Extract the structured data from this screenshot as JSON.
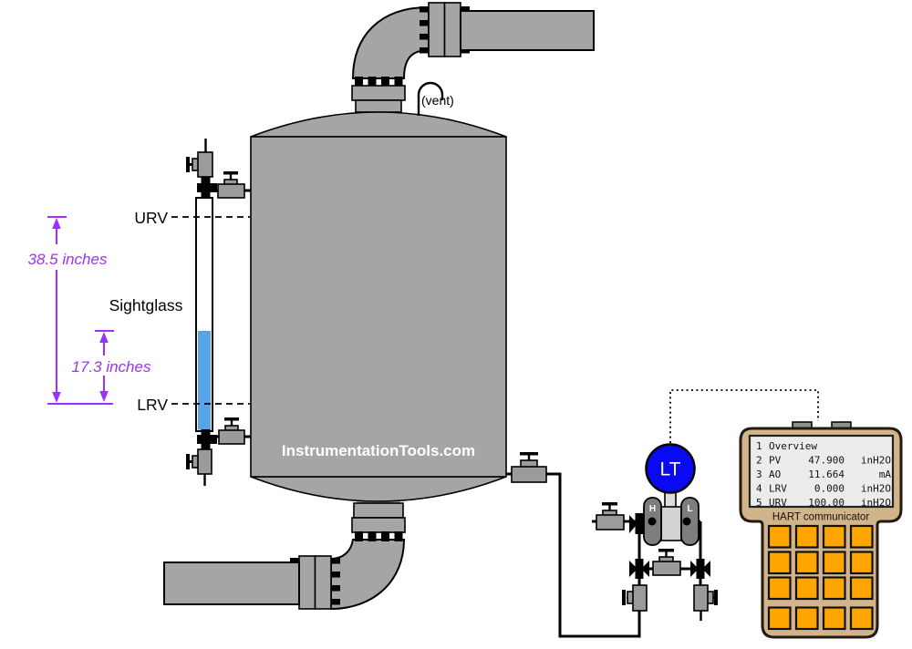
{
  "colors": {
    "pipe_gray": "#a5a5a5",
    "valve_gray": "#9b9b9b",
    "liquid_blue": "#57a5e8",
    "transmitter_blue": "#0a0af2",
    "capsule_gray": "#7d7d7d",
    "dimension_purple": "#9b30ff",
    "hart_body_tan": "#d2b48c",
    "hart_key_orange": "#ffa500",
    "hart_display_bg": "#ececec"
  },
  "vessel": {
    "watermark": "InstrumentationTools.com",
    "vent_label": "(vent)"
  },
  "sightglass": {
    "label": "Sightglass",
    "urv_label": "URV",
    "lrv_label": "LRV",
    "total_span": "38.5 inches",
    "liquid_level": "17.3 inches"
  },
  "transmitter": {
    "tag": "LT",
    "high_port": "H",
    "low_port": "L"
  },
  "hart": {
    "label": "HART communicator",
    "display": [
      {
        "n": "1",
        "label": "Overview",
        "value": "",
        "unit": ""
      },
      {
        "n": "2",
        "label": "PV",
        "value": "47.900",
        "unit": "inH2O"
      },
      {
        "n": "3",
        "label": "AO",
        "value": "11.664",
        "unit": "mA"
      },
      {
        "n": "4",
        "label": "LRV",
        "value": "0.000",
        "unit": "inH2O"
      },
      {
        "n": "5",
        "label": "URV",
        "value": "100.00",
        "unit": "inH2O"
      }
    ],
    "keypad": {
      "rows": 4,
      "cols": 4
    }
  }
}
